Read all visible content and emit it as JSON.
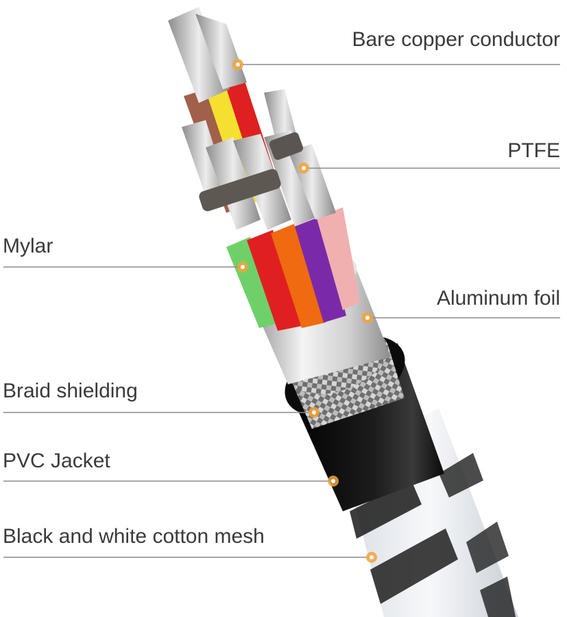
{
  "labels": {
    "bare_copper_conductor": "Bare copper conductor",
    "ptfe": "PTFE",
    "mylar": "Mylar",
    "aluminum_foil": "Aluminum foil",
    "braid_shielding": "Braid shielding",
    "pvc_jacket": "PVC Jacket",
    "cotton_mesh": "Black and white cotton mesh"
  },
  "colors": {
    "label_text": "#3a3a3a",
    "leader_line": "#8a8a8a",
    "marker": "#f2a33a",
    "pvc_jacket": "#111111",
    "aluminum_foil": "#d9d9d9",
    "copper_strands": "#bfbfbf"
  }
}
